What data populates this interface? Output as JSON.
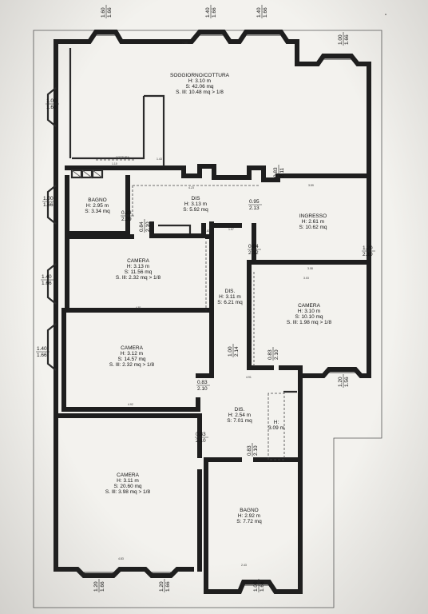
{
  "rooms": [
    {
      "key": "soggiorno",
      "lines": [
        "SOGGIORNO/COTTURA",
        "H: 3.10 m",
        "S: 42.06 mq",
        "S. Ill: 10.48 mq > 1/8"
      ]
    },
    {
      "key": "cottura_tag",
      "lines": [
        "COTTURA"
      ]
    },
    {
      "key": "bagno1",
      "lines": [
        "BAGNO",
        "H: 2.95 m",
        "S: 3.34 mq"
      ]
    },
    {
      "key": "dis1",
      "lines": [
        "DIS",
        "H: 3.13 m",
        "S: 5.92 mq"
      ]
    },
    {
      "key": "ingresso",
      "lines": [
        "INGRESSO",
        "H: 2.61 m",
        "S: 10.62 mq"
      ]
    },
    {
      "key": "camera1",
      "lines": [
        "CAMERA",
        "H: 3.13 m",
        "S: 11.56 mq",
        "S. Ill: 2.32 mq > 1/8"
      ]
    },
    {
      "key": "dis2",
      "lines": [
        "DIS.",
        "H: 3.11 m",
        "S: 6.21 mq"
      ]
    },
    {
      "key": "camera2",
      "lines": [
        "CAMERA",
        "H: 3.10 m",
        "S: 10.10 mq",
        "S. Ill: 1.98 mq > 1/8"
      ]
    },
    {
      "key": "camera3",
      "lines": [
        "CAMERA",
        "H: 3.12 m",
        "S: 14.57 mq",
        "S. Ill: 2.32 mq > 1/8"
      ]
    },
    {
      "key": "dis3",
      "lines": [
        "DIS.",
        "H: 2.54 m",
        "S: 7.01 mq"
      ]
    },
    {
      "key": "h309",
      "lines": [
        "H:",
        "3.09 m"
      ]
    },
    {
      "key": "camera4",
      "lines": [
        "CAMERA",
        "H: 3.11 m",
        "S: 20.60 mq",
        "S. Ill: 3.98 mq > 1/8"
      ]
    },
    {
      "key": "bagno2",
      "lines": [
        "BAGNO",
        "H: 2.92 m",
        "S: 7.72 mq"
      ]
    }
  ],
  "openings": [
    {
      "key": "win_top1",
      "top": "1.60",
      "bottom": "1.66"
    },
    {
      "key": "win_top2",
      "top": "1.40",
      "bottom": "1.66"
    },
    {
      "key": "win_top3",
      "top": "1.40",
      "bottom": "1.66"
    },
    {
      "key": "win_tr",
      "top": "1.00",
      "bottom": "1.66"
    },
    {
      "key": "win_l1",
      "top": "1.00",
      "bottom": "1.66"
    },
    {
      "key": "win_l2",
      "top": "1.00",
      "bottom": "1.66"
    },
    {
      "key": "win_l3",
      "top": "1.40",
      "bottom": "1.66"
    },
    {
      "key": "win_l4",
      "top": "1.40",
      "bottom": "1.66"
    },
    {
      "key": "door_soggiorno",
      "top": "0.83",
      "bottom": "2.11"
    },
    {
      "key": "door_dis",
      "top": "0.95",
      "bottom": "2.13"
    },
    {
      "key": "door_bagno1",
      "top": "0.83",
      "bottom": "2.09"
    },
    {
      "key": "door_cam1",
      "top": "0.84",
      "bottom": "2.10"
    },
    {
      "key": "door_ingresso_r",
      "top": "1.20",
      "bottom": "2.10"
    },
    {
      "key": "door_dis2",
      "top": "0.84",
      "bottom": "2.12"
    },
    {
      "key": "door_dis2b",
      "top": "1.00",
      "bottom": "2.14"
    },
    {
      "key": "door_cam2",
      "top": "0.83",
      "bottom": "2.10"
    },
    {
      "key": "win_cam2",
      "top": "1.20",
      "bottom": "1.56"
    },
    {
      "key": "door_cam3",
      "top": "0.83",
      "bottom": "2.10"
    },
    {
      "key": "door_cam4",
      "top": "0.83",
      "bottom": "2.10"
    },
    {
      "key": "door_bagno2",
      "top": "0.83",
      "bottom": "2.10"
    },
    {
      "key": "win_b1",
      "top": "1.20",
      "bottom": "1.66"
    },
    {
      "key": "win_b2",
      "top": "1.20",
      "bottom": "1.66"
    },
    {
      "key": "win_b3",
      "top": "1.00",
      "bottom": "1.66"
    }
  ],
  "small_dims": [
    "7.90",
    "1.10",
    "4.23",
    "3.59",
    "1.97",
    "3.08",
    "3.03",
    "4.81",
    "4.91",
    "4.92",
    "4.83",
    "2.43",
    "1.43",
    "1.83"
  ],
  "mark": "\""
}
